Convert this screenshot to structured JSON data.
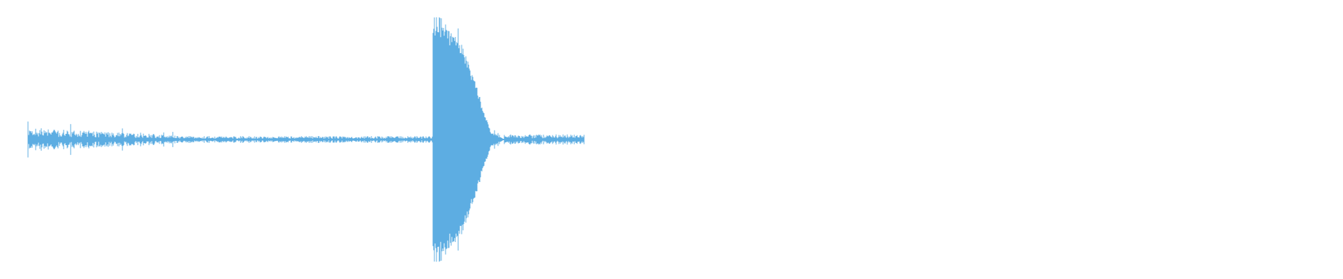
{
  "waveform": {
    "color": "#5dade2",
    "background": "#ffffff",
    "segments": [
      {
        "name": "initial-noise",
        "amplitude": 0.14,
        "decay": "slow"
      },
      {
        "name": "quiet-tail",
        "amplitude": 0.02,
        "decay": "flat"
      },
      {
        "name": "main-burst",
        "amplitude": 0.95,
        "decay": "fast"
      },
      {
        "name": "trailing-noise",
        "amplitude": 0.03,
        "decay": "flat"
      }
    ]
  }
}
